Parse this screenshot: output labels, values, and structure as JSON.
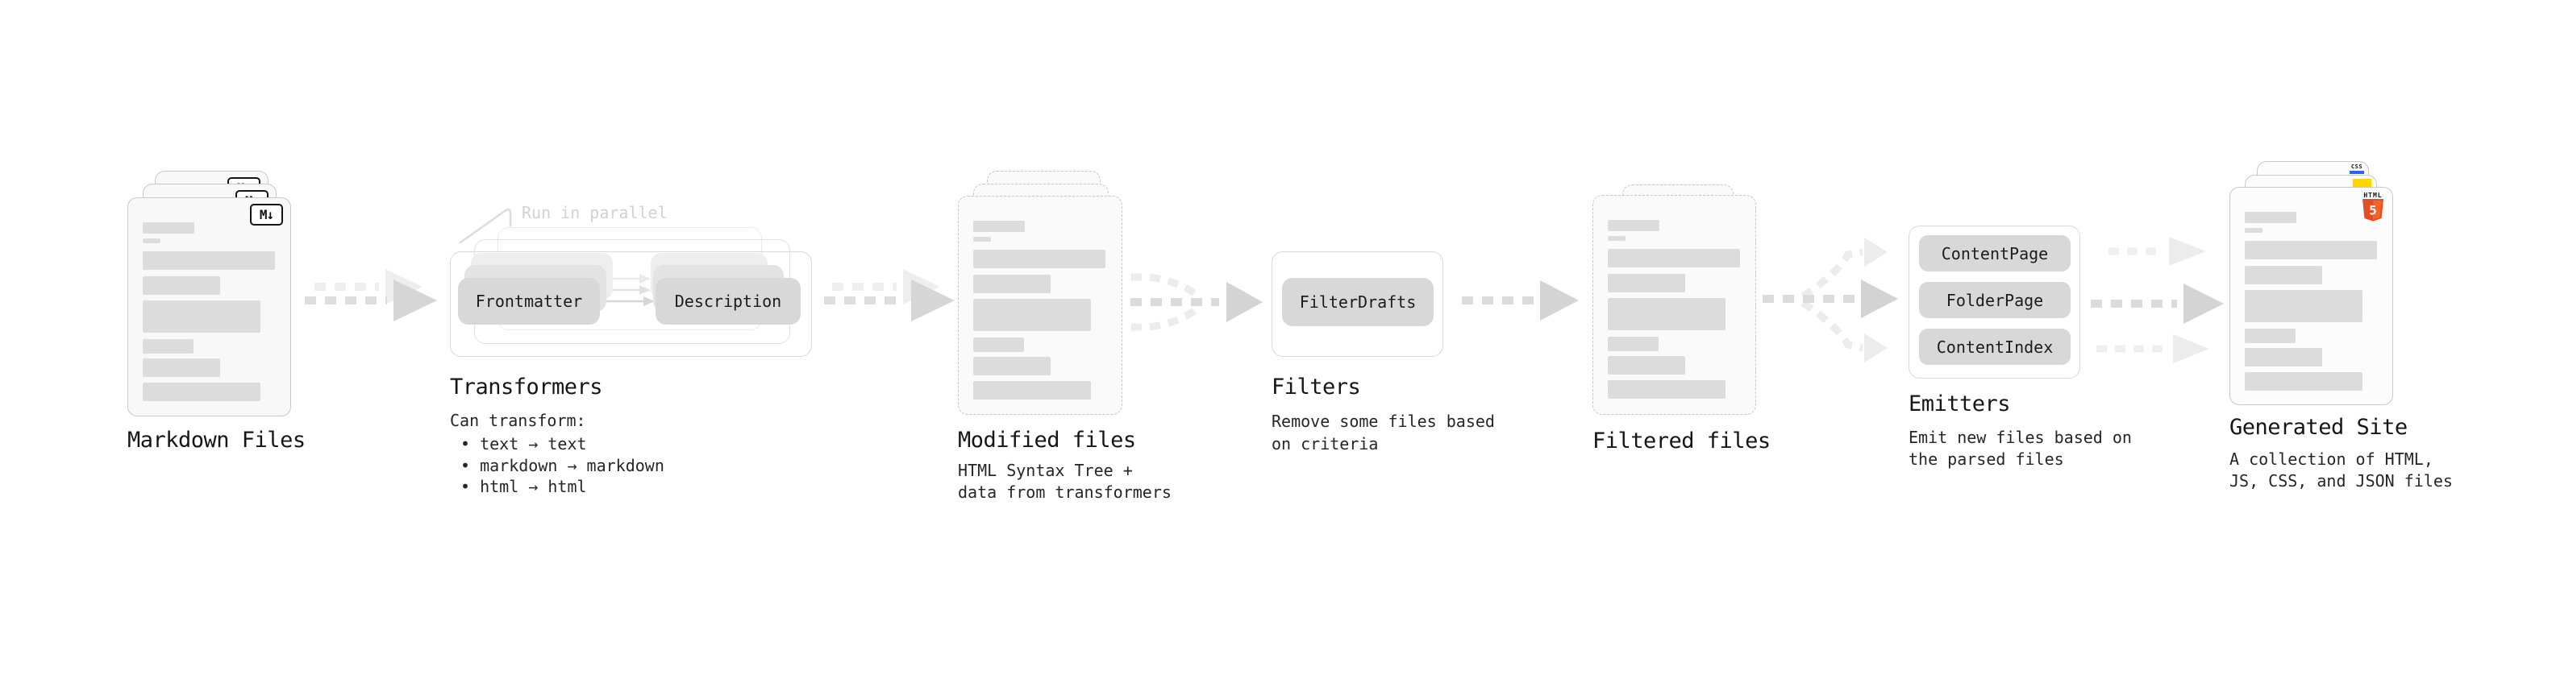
{
  "stages": {
    "markdown": {
      "title": "Markdown Files",
      "icon_label": "M↓"
    },
    "transformers": {
      "title": "Transformers",
      "note": "Run in parallel",
      "chips": [
        "Frontmatter",
        "Description"
      ],
      "desc_heading": "Can transform:",
      "bullets": [
        "• text → text",
        "• markdown → markdown",
        "• html → html"
      ]
    },
    "modified": {
      "title": "Modified files",
      "desc": [
        "HTML Syntax Tree +",
        "data from transformers"
      ]
    },
    "filters": {
      "title": "Filters",
      "chips": [
        "FilterDrafts"
      ],
      "desc": [
        "Remove some files based",
        "on criteria"
      ]
    },
    "filtered": {
      "title": "Filtered files"
    },
    "emitters": {
      "title": "Emitters",
      "chips": [
        "ContentPage",
        "FolderPage",
        "ContentIndex"
      ],
      "desc": [
        "Emit new files based on",
        "the parsed files"
      ]
    },
    "site": {
      "title": "Generated Site",
      "desc": [
        "A collection of HTML,",
        "JS, CSS, and JSON files"
      ],
      "badges": {
        "html5_label": "HTML",
        "html5_number": "5",
        "css_label": "CSS"
      }
    }
  },
  "colors": {
    "html5_orange": "#e44d26",
    "html5_orange_light": "#f16529",
    "css_blue": "#2965f1",
    "js_yellow": "#ffd600"
  }
}
